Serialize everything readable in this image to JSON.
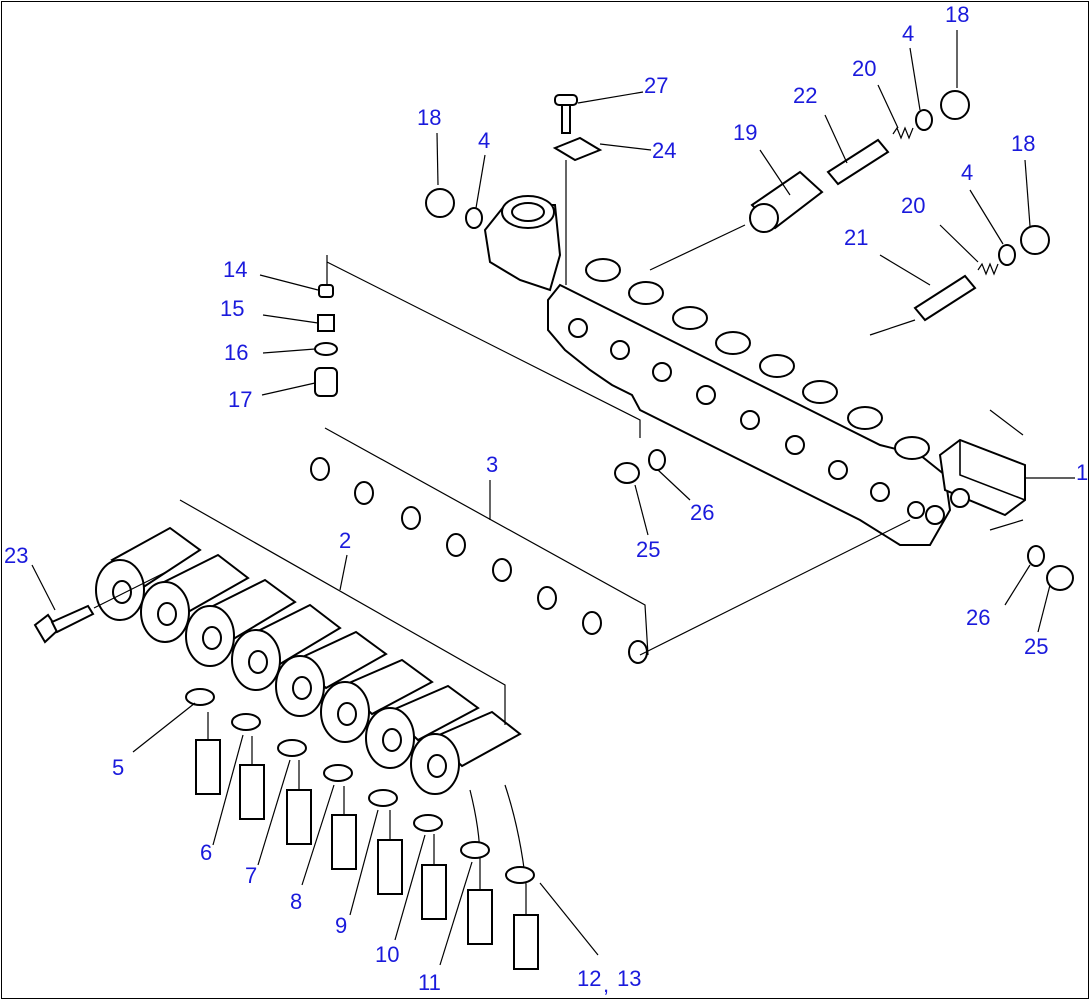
{
  "diagram": {
    "callouts": [
      {
        "id": "c27",
        "text": "27"
      },
      {
        "id": "c18a",
        "text": "18"
      },
      {
        "id": "c4a",
        "text": "4"
      },
      {
        "id": "c24",
        "text": "24"
      },
      {
        "id": "c19",
        "text": "19"
      },
      {
        "id": "c22",
        "text": "22"
      },
      {
        "id": "c20a",
        "text": "20"
      },
      {
        "id": "c4b",
        "text": "4"
      },
      {
        "id": "c18b",
        "text": "18"
      },
      {
        "id": "c18c",
        "text": "18"
      },
      {
        "id": "c4c",
        "text": "4"
      },
      {
        "id": "c20b",
        "text": "20"
      },
      {
        "id": "c21",
        "text": "21"
      },
      {
        "id": "c14",
        "text": "14"
      },
      {
        "id": "c15",
        "text": "15"
      },
      {
        "id": "c16",
        "text": "16"
      },
      {
        "id": "c17",
        "text": "17"
      },
      {
        "id": "c3",
        "text": "3"
      },
      {
        "id": "c1",
        "text": "1"
      },
      {
        "id": "c26a",
        "text": "26"
      },
      {
        "id": "c25a",
        "text": "25"
      },
      {
        "id": "c2",
        "text": "2"
      },
      {
        "id": "c23",
        "text": "23"
      },
      {
        "id": "c26b",
        "text": "26"
      },
      {
        "id": "c25b",
        "text": "25"
      },
      {
        "id": "c5",
        "text": "5"
      },
      {
        "id": "c6",
        "text": "6"
      },
      {
        "id": "c7",
        "text": "7"
      },
      {
        "id": "c8",
        "text": "8"
      },
      {
        "id": "c9",
        "text": "9"
      },
      {
        "id": "c10",
        "text": "10"
      },
      {
        "id": "c11",
        "text": "11"
      },
      {
        "id": "c12",
        "text": "12"
      },
      {
        "id": "c12sep",
        "text": ","
      },
      {
        "id": "c13",
        "text": "13"
      }
    ]
  }
}
